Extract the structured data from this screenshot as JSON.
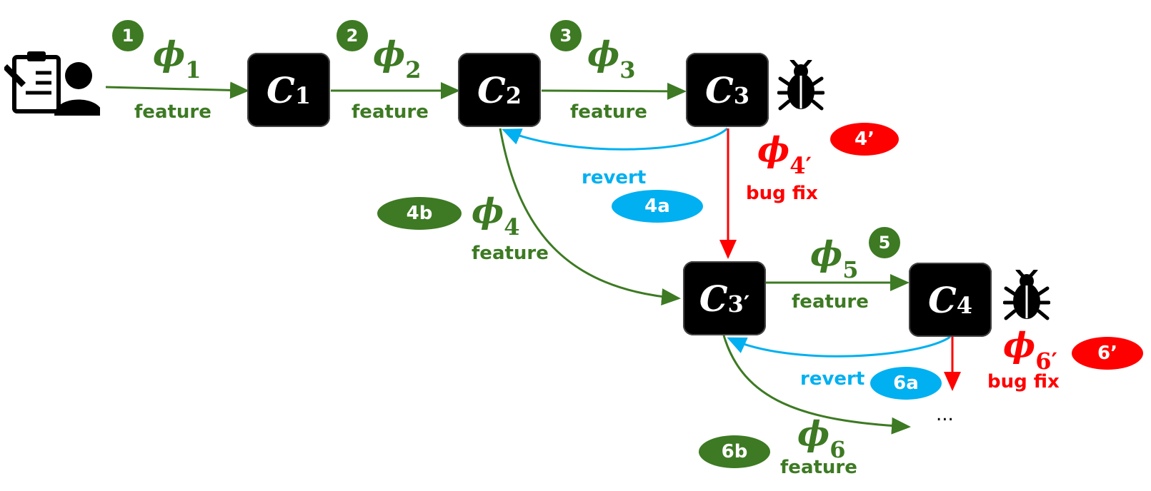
{
  "nodes": [
    {
      "id": "c1",
      "name": "C",
      "sub": "1"
    },
    {
      "id": "c2",
      "name": "C",
      "sub": "2"
    },
    {
      "id": "c3",
      "name": "C",
      "sub": "3"
    },
    {
      "id": "c3p",
      "name": "C",
      "sub": "3′"
    },
    {
      "id": "c4",
      "name": "C",
      "sub": "4"
    }
  ],
  "phis": {
    "p1": {
      "sym": "ϕ",
      "sub": "1"
    },
    "p2": {
      "sym": "ϕ",
      "sub": "2"
    },
    "p3": {
      "sym": "ϕ",
      "sub": "3"
    },
    "p4": {
      "sym": "ϕ",
      "sub": "4"
    },
    "p4p": {
      "sym": "ϕ",
      "sub": "4′"
    },
    "p5": {
      "sym": "ϕ",
      "sub": "5"
    },
    "p6": {
      "sym": "ϕ",
      "sub": "6"
    },
    "p6p": {
      "sym": "ϕ",
      "sub": "6′"
    }
  },
  "labels": {
    "feature": "feature",
    "revert": "revert",
    "bug_fix": "bug fix",
    "ellipsis": "..."
  },
  "badges": {
    "b1": "1",
    "b2": "2",
    "b3": "3",
    "b5": "5",
    "b4a": "4a",
    "b4b": "4b",
    "b4p": "4’",
    "b6a": "6a",
    "b6b": "6b",
    "b6p": "6’"
  },
  "colors": {
    "feature": "#3d7a23",
    "revert": "#00b0f0",
    "bugfix": "#ff0000",
    "node": "#000000"
  },
  "icons": [
    "developer-clipboard-icon",
    "bug-icon"
  ]
}
